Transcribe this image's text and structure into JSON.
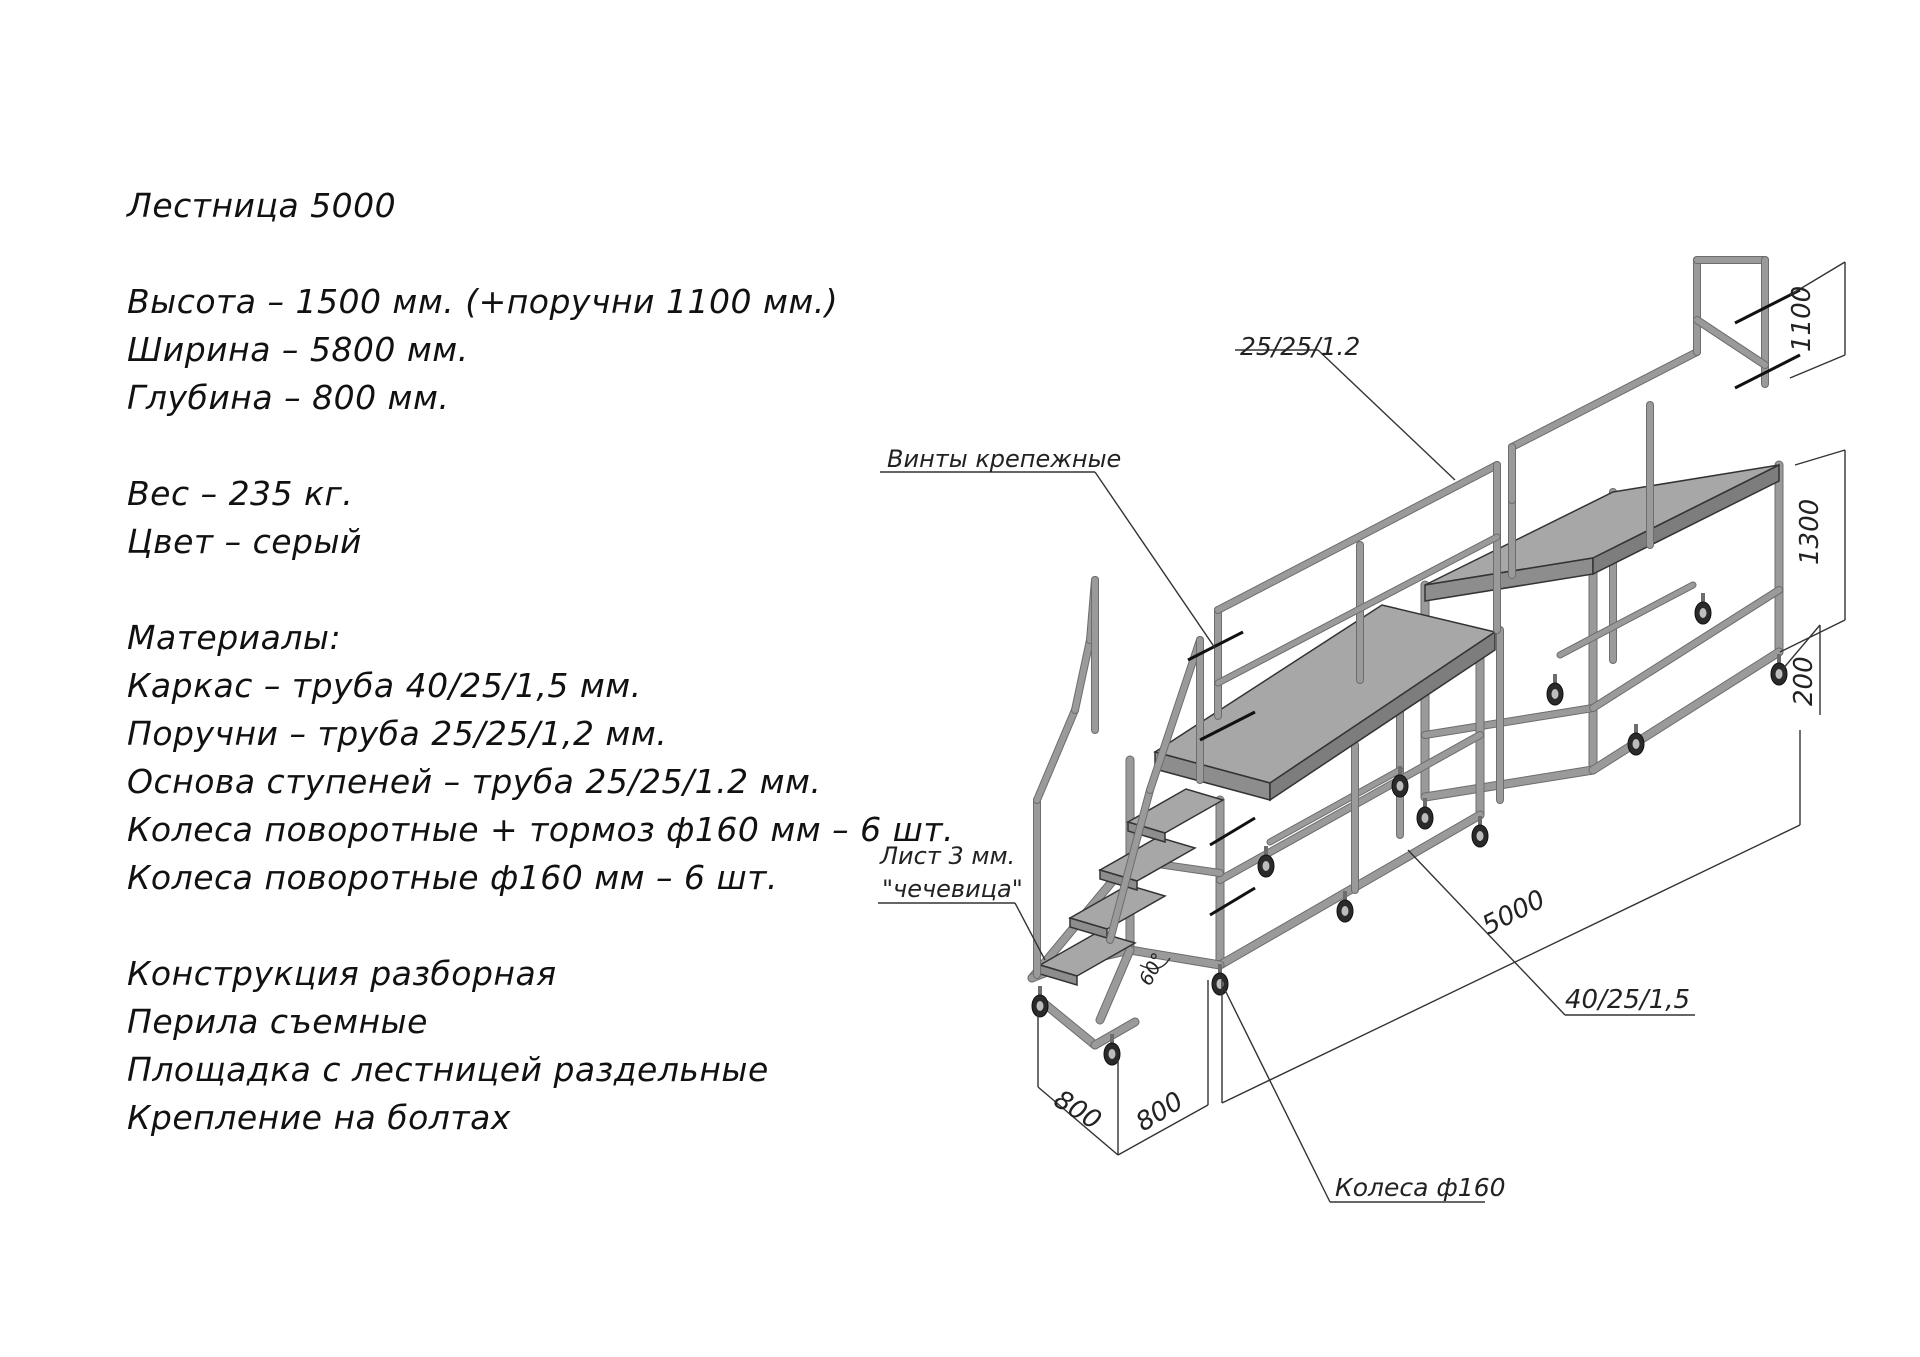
{
  "spec": {
    "title": "Лестница 5000",
    "dimensions": [
      "Высота – 1500 мм. (+поручни 1100 мм.)",
      "Ширина – 5800 мм.",
      "Глубина – 800 мм."
    ],
    "general": [
      "Вес – 235 кг.",
      "Цвет – серый"
    ],
    "materials_title": "Материалы:",
    "materials": [
      "Каркас – труба 40/25/1,5 мм.",
      "Поручни – труба 25/25/1,2 мм.",
      "Основа ступеней – труба 25/25/1.2 мм.",
      "Колеса поворотные + тормоз ф160 мм – 6 шт.",
      "Колеса поворотные ф160 мм – 6 шт."
    ],
    "construction": [
      "Конструкция разборная",
      "Перила съемные",
      "Площадка с лестницей раздельные",
      "Крепление на болтах"
    ]
  },
  "drawing": {
    "callouts": {
      "handrail_pipe": "25/25/1.2",
      "screws": "Винты крепежные",
      "sheet": "Лист 3 мм.",
      "sheet_type": "\"чечевица\"",
      "frame_pipe": "40/25/1,5",
      "wheels": "Колеса ф160"
    },
    "dimensions": {
      "handrail_height": "1100",
      "platform_height": "1300",
      "bottom_gap": "200",
      "length": "5000",
      "stair_depth": "800",
      "stair_width": "800",
      "stair_angle": "60°"
    },
    "colors": {
      "frame": "#9a9a9a",
      "frame_dark": "#6d6d6d",
      "deck": "#a7a7a7",
      "line": "#333333"
    }
  }
}
